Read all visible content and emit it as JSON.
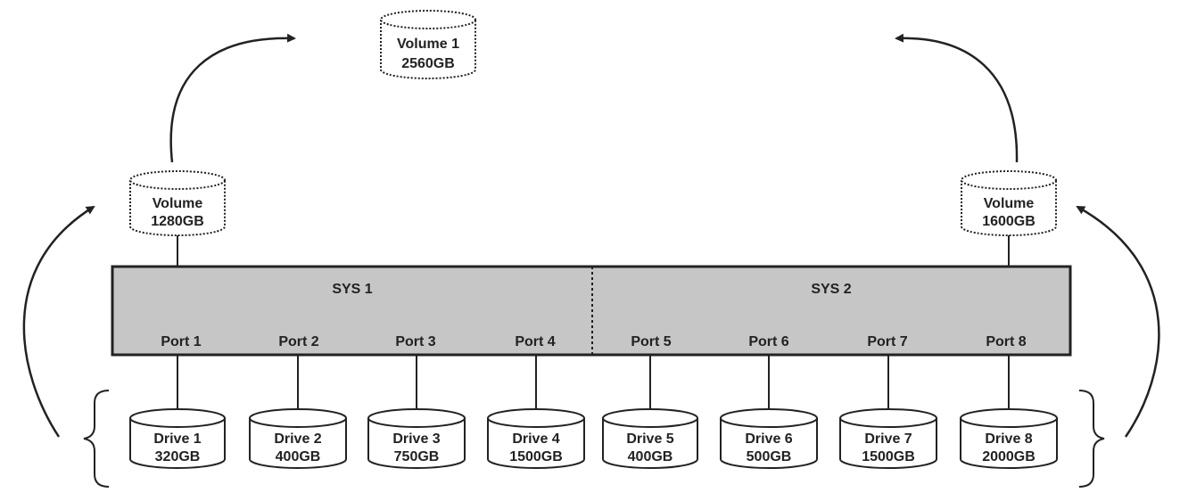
{
  "volume_total": {
    "name": "Volume 1",
    "size": "2560GB"
  },
  "volume_left": {
    "name": "Volume",
    "size": "1280GB"
  },
  "volume_right": {
    "name": "Volume",
    "size": "1600GB"
  },
  "systems": [
    {
      "label": "SYS 1"
    },
    {
      "label": "SYS 2"
    }
  ],
  "ports": [
    {
      "label": "Port 1"
    },
    {
      "label": "Port 2"
    },
    {
      "label": "Port 3"
    },
    {
      "label": "Port 4"
    },
    {
      "label": "Port 5"
    },
    {
      "label": "Port 6"
    },
    {
      "label": "Port 7"
    },
    {
      "label": "Port 8"
    }
  ],
  "drives": [
    {
      "name": "Drive 1",
      "size": "320GB"
    },
    {
      "name": "Drive 2",
      "size": "400GB"
    },
    {
      "name": "Drive 3",
      "size": "750GB"
    },
    {
      "name": "Drive 4",
      "size": "1500GB"
    },
    {
      "name": "Drive 5",
      "size": "400GB"
    },
    {
      "name": "Drive 6",
      "size": "500GB"
    },
    {
      "name": "Drive 7",
      "size": "1500GB"
    },
    {
      "name": "Drive 8",
      "size": "2000GB"
    }
  ],
  "colors": {
    "system_fill": "#c6c6c6",
    "line": "#222222"
  }
}
